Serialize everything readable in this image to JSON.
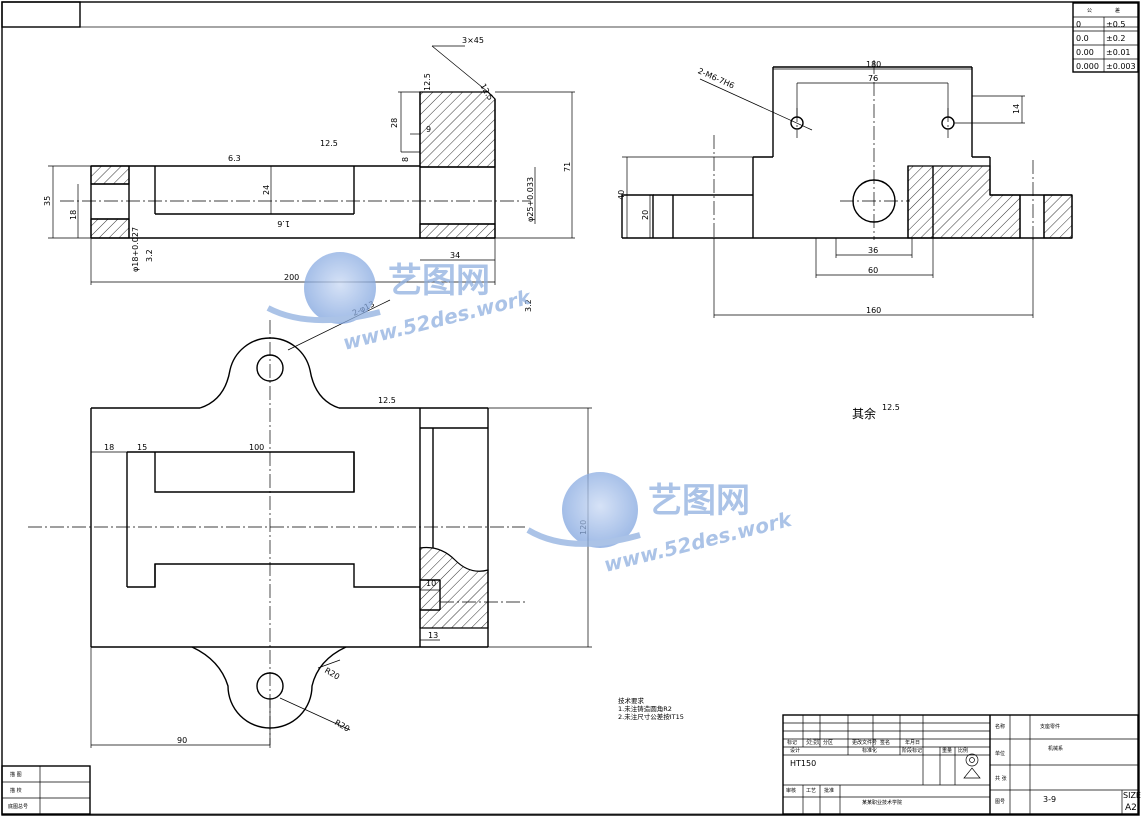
{
  "watermark": {
    "cn": "艺图网",
    "url": "www.52des.work"
  },
  "tolerance_table": {
    "headers": [
      "公",
      "差"
    ],
    "rows": [
      {
        "value": "0",
        "tol": "±0.5"
      },
      {
        "value": "0.0",
        "tol": "±0.2"
      },
      {
        "value": "0.00",
        "tol": "±0.01"
      },
      {
        "value": "0.000",
        "tol": "±0.003"
      }
    ]
  },
  "dimensions": {
    "chamfer": "3×45",
    "rough_12_5_a": "12.5",
    "rough_12_5_b": "12.5",
    "rough_12_5_c": "12.5",
    "rough_12_5_d": "12.5",
    "rough_6_3": "6.3",
    "rough_3_2_a": "3.2",
    "rough_3_2_b": "3.2",
    "rough_1_6": "1.6",
    "d28": "28",
    "d9": "9",
    "d8": "8",
    "d24": "24",
    "d35": "35",
    "d18": "18",
    "d71": "71",
    "d34": "34",
    "d200": "200",
    "phi18": "φ18+0.027",
    "phi25": "φ25+0.033",
    "holes_m6": "2-M6-7H6",
    "d180": "180",
    "d76": "76",
    "d14": "14",
    "d40": "40",
    "d20": "20",
    "d36": "36",
    "d60": "60",
    "d160": "160",
    "holes_13": "2-φ13",
    "d18b": "18",
    "d15": "15",
    "d100": "100",
    "d120": "120",
    "d10": "10",
    "d13": "13",
    "r20a": "R20",
    "r20b": "R20",
    "d90": "90"
  },
  "remaining_roughness": {
    "label": "其余",
    "value": "12.5"
  },
  "tech_notes": {
    "title": "技术要求",
    "line1": "1.未注铸造圆角R2",
    "line2": "2.未注尺寸公差按IT15"
  },
  "title_block": {
    "material": "HT150",
    "drawing_no": "3-9",
    "size_label": "SIZE",
    "size_value": "A2",
    "mark_label": "标记",
    "count_label": "处数",
    "zone_label": "分区",
    "change_label": "更改文件号",
    "sign_label": "签名",
    "date_label": "年月日",
    "design_label": "设计",
    "std_label": "标准化",
    "stage_label": "阶段标记",
    "weight_label": "重量",
    "scale_label": "比例",
    "audit_label": "审核",
    "process_label": "工艺",
    "approve_label": "批准",
    "school": "某某职业技术学院",
    "name_label": "名称",
    "name_value": "支座零件",
    "unit_label": "单位",
    "unit_value": "机械系",
    "sheet_label": "共 张",
    "no_label": "图号",
    "left_a": "描 图",
    "left_b": "描 校",
    "left_c": "底图总号"
  }
}
